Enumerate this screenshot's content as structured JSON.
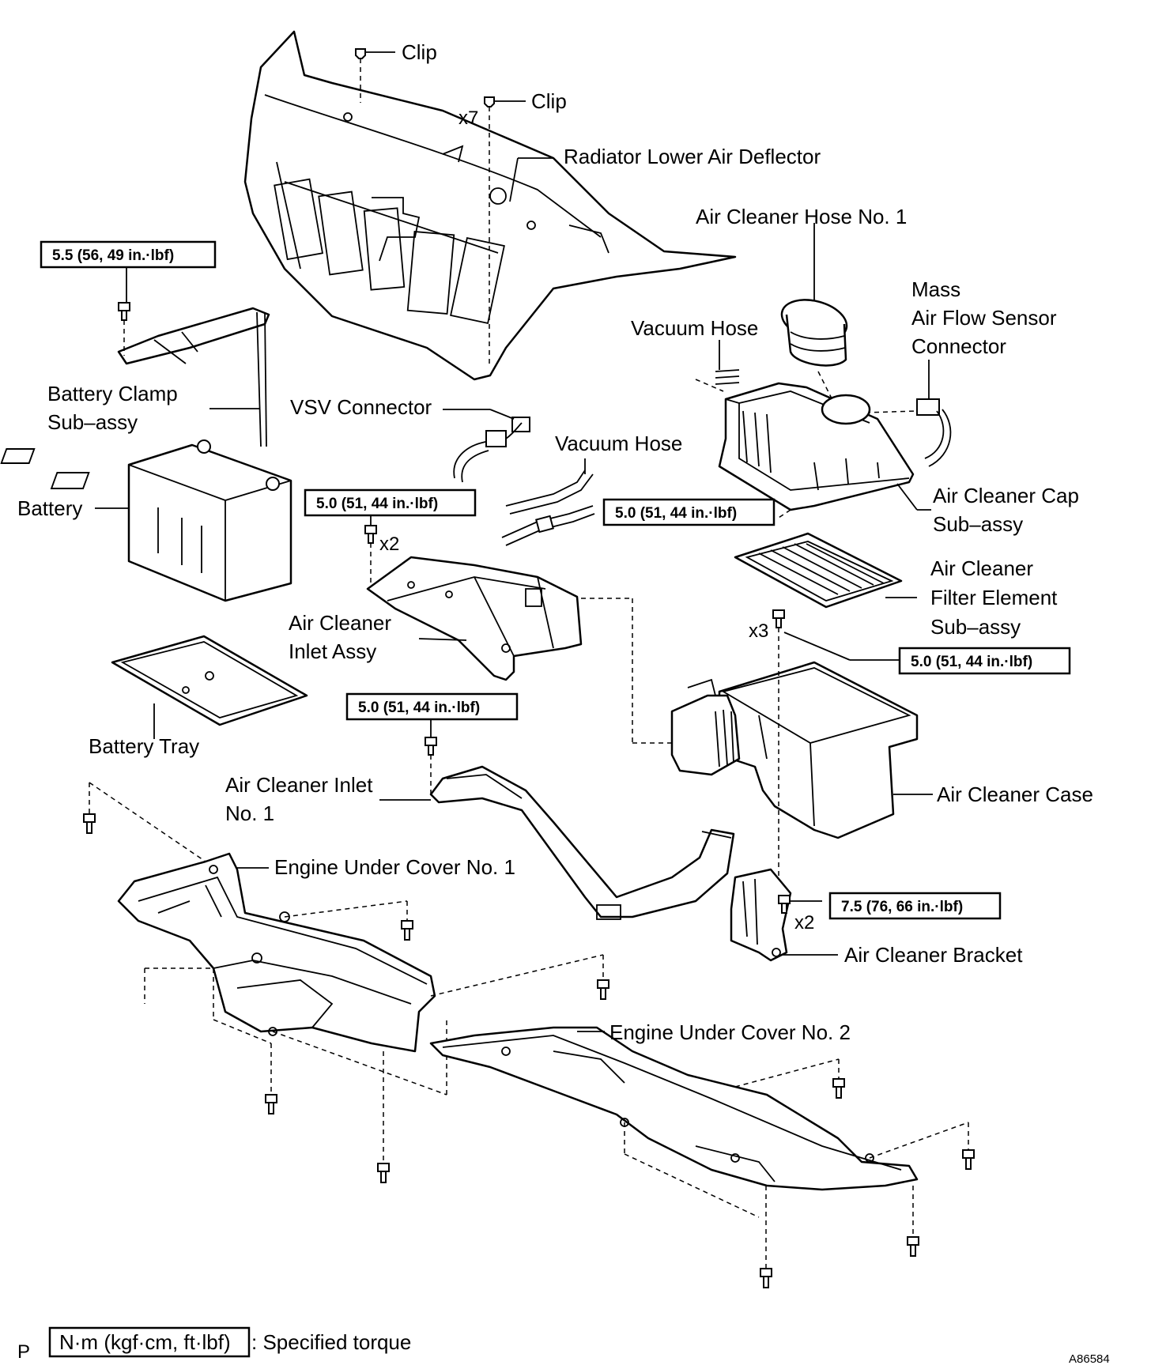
{
  "labels": {
    "clip_top": "Clip",
    "clip_second": "Clip",
    "clip_qty": "x7",
    "radiator_lower_air_deflector": "Radiator Lower Air Deflector",
    "air_cleaner_hose_no1": "Air Cleaner Hose No. 1",
    "mass_air_flow_1": "Mass",
    "mass_air_flow_2": "Air Flow Sensor",
    "mass_air_flow_3": "Connector",
    "vacuum_hose_upper": "Vacuum Hose",
    "vacuum_hose_lower": "Vacuum Hose",
    "battery_clamp_1": "Battery Clamp",
    "battery_clamp_2": "Sub–assy",
    "vsv_connector": "VSV Connector",
    "battery": "Battery",
    "air_cleaner_cap_1": "Air Cleaner Cap",
    "air_cleaner_cap_2": "Sub–assy",
    "air_cleaner_filter_1": "Air Cleaner",
    "air_cleaner_filter_2": "Filter Element",
    "air_cleaner_filter_3": "Sub–assy",
    "air_cleaner_inlet_assy_1": "Air Cleaner",
    "air_cleaner_inlet_assy_2": "Inlet Assy",
    "battery_tray": "Battery Tray",
    "air_cleaner_inlet_no1_1": "Air Cleaner Inlet",
    "air_cleaner_inlet_no1_2": "No. 1",
    "air_cleaner_case": "Air Cleaner Case",
    "engine_under_cover_no1": "Engine Under Cover No. 1",
    "engine_under_cover_no2": "Engine Under Cover No. 2",
    "air_cleaner_bracket": "Air Cleaner Bracket",
    "qty_x2_inlet": "x2",
    "qty_x3_case": "x3",
    "qty_x2_bracket": "x2"
  },
  "torques": {
    "battery_clamp": "5.5 (56, 49 in.·lbf)",
    "inlet_assy": "5.0 (51, 44 in.·lbf)",
    "air_cleaner_cap": "5.0 (51, 44 in.·lbf)",
    "air_cleaner_case": "5.0 (51, 44 in.·lbf)",
    "inlet_no1": "5.0 (51, 44 in.·lbf)",
    "bracket": "7.5 (76, 66 in.·lbf)"
  },
  "legend": {
    "unit": "N·m (kgf·cm, ft·lbf)",
    "meaning": ": Specified torque"
  },
  "footer": {
    "left_mark": "P",
    "code": "A86584"
  }
}
